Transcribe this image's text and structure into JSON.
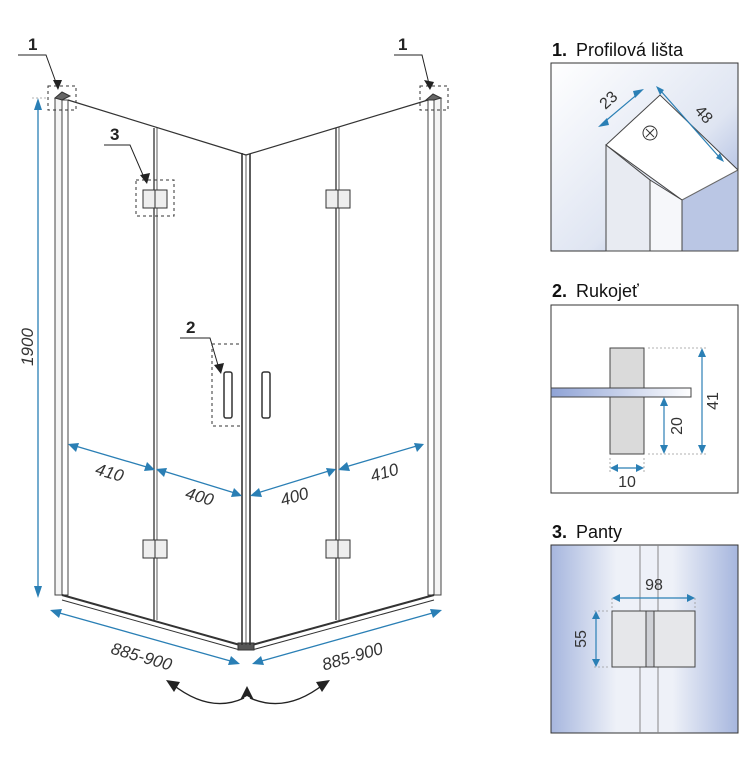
{
  "colors": {
    "dimension_line": "#2a7fb5",
    "frame": "#333333",
    "glass_edge": "#555555",
    "panel_gradient_light": "#ffffff",
    "panel_gradient_blue": "#9fb1dc"
  },
  "callouts": {
    "profile_left": "1",
    "profile_right": "1",
    "handle": "2",
    "hinge": "3"
  },
  "dimensions": {
    "height": "1900",
    "door_left": "410",
    "fixed_left": "400",
    "fixed_right": "400",
    "door_right": "410",
    "width_left": "885-900",
    "width_right": "885-900"
  },
  "details": {
    "profile": {
      "number": "1.",
      "name": "Profilová lišta",
      "dim_a": "23",
      "dim_b": "48"
    },
    "handle": {
      "number": "2.",
      "name": "Rukojeť",
      "dim_height": "41",
      "dim_offset": "20",
      "dim_width": "10"
    },
    "hinge": {
      "number": "3.",
      "name": "Panty",
      "dim_width": "98",
      "dim_height": "55"
    }
  },
  "icons": [
    "opening-direction-arrows-icon",
    "screw-icon"
  ]
}
